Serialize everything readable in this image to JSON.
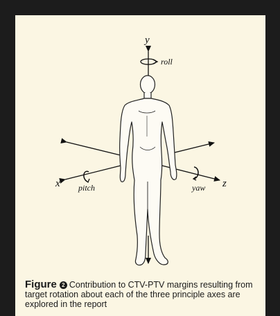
{
  "figure": {
    "labels": {
      "y": "y",
      "roll": "roll",
      "x": "x",
      "pitch": "pitch",
      "yaw": "yaw",
      "z": "z"
    },
    "caption": {
      "label": "Figure",
      "number": "2",
      "text": "Contribution to CTV-PTV margins resulting from target rotation about each of the three principle axes are explored in the report"
    }
  },
  "colors": {
    "background": "#1c1c1c",
    "panel": "#fbf6e3",
    "ink": "#111111"
  }
}
